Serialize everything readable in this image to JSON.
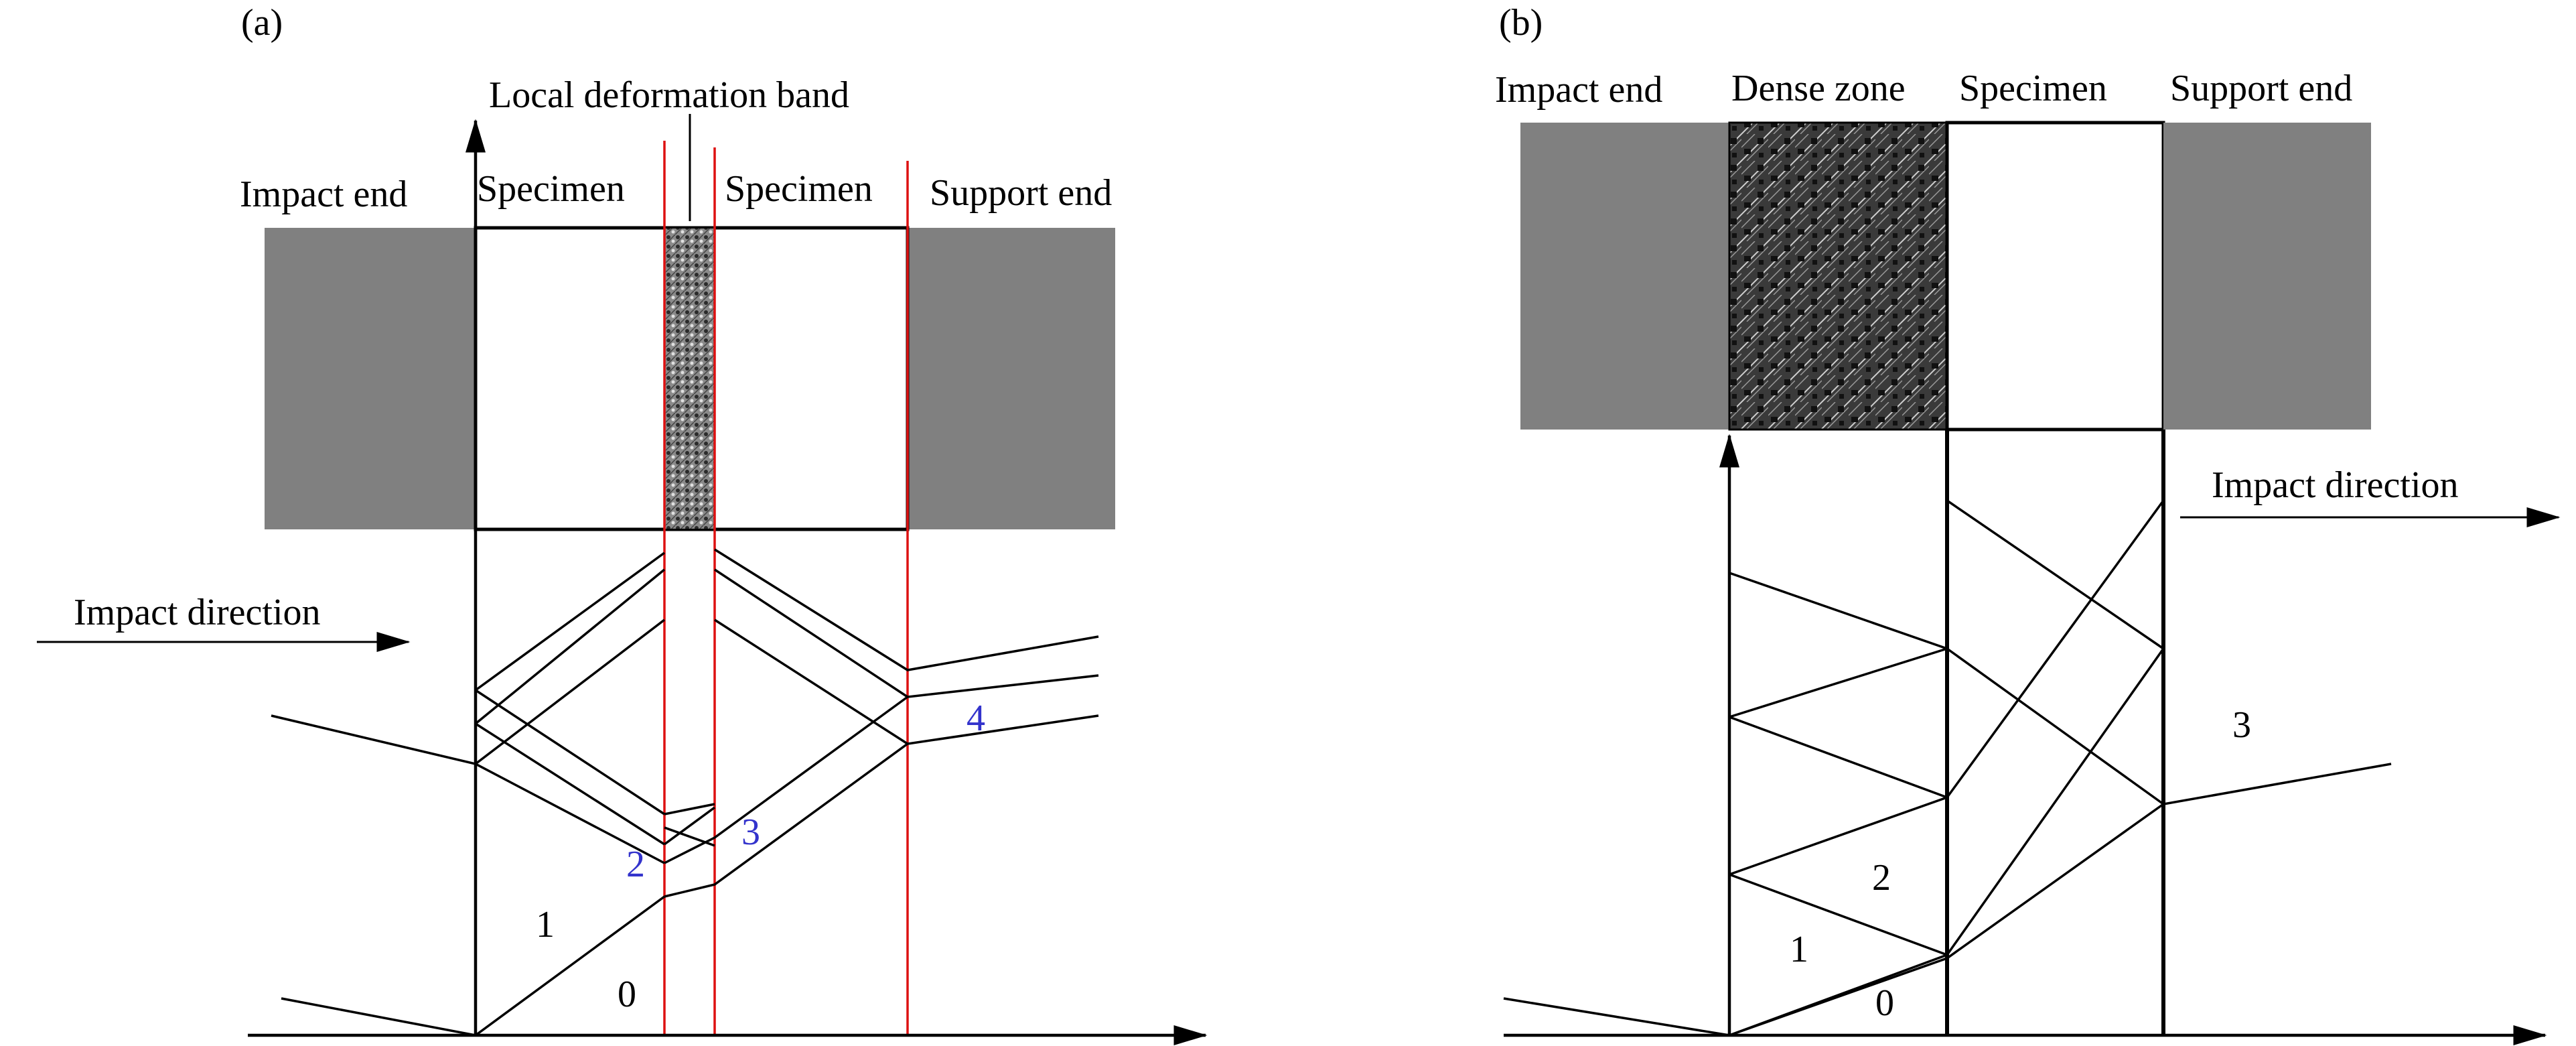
{
  "panel_a": {
    "panel_label": "(a)",
    "local_deformation_band": "Local deformation band",
    "impact_end": "Impact end",
    "specimen_left": "Specimen",
    "specimen_right": "Specimen",
    "support_end": "Support end",
    "impact_direction": "Impact direction",
    "region_labels": [
      "0",
      "1",
      "2",
      "3",
      "4"
    ]
  },
  "panel_b": {
    "panel_label": "(b)",
    "impact_end": "Impact end",
    "dense_zone": "Dense zone",
    "specimen": "Specimen",
    "support_end": "Support end",
    "impact_direction": "Impact direction",
    "region_labels": [
      "0",
      "1",
      "2",
      "3"
    ]
  },
  "colors": {
    "block_gray": "#808080",
    "interface_red": "#dd1111",
    "region_label_blue": "#3333cc",
    "line": "#000000"
  }
}
